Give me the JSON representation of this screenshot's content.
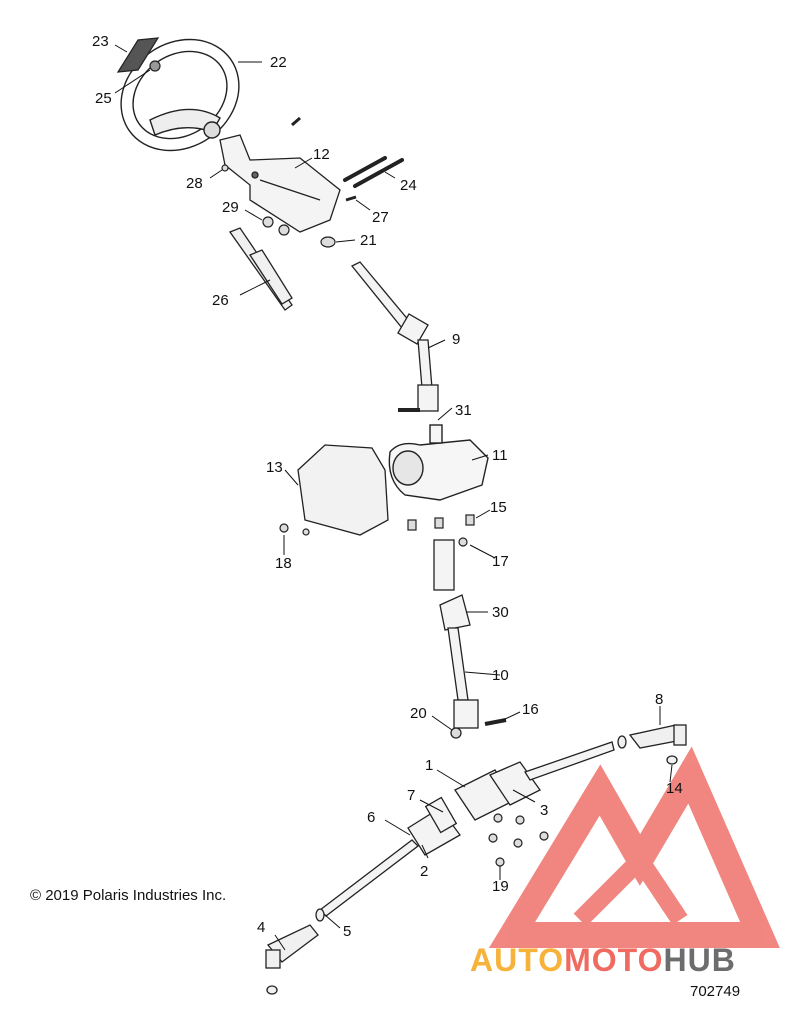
{
  "copyright": "© 2019 Polaris Industries Inc.",
  "diagram_number": "702749",
  "watermark": {
    "part1": "AUTO",
    "part2": "MOTO",
    "part3": "HUB",
    "colors": {
      "auto": "#f6b23a",
      "moto": "#ef6a60",
      "hub": "#6d6d6d",
      "logo": "#ef7a72"
    }
  },
  "callouts": [
    "1",
    "2",
    "3",
    "4",
    "5",
    "6",
    "7",
    "8",
    "9",
    "10",
    "11",
    "12",
    "13",
    "14",
    "15",
    "16",
    "17",
    "18",
    "19",
    "20",
    "21",
    "22",
    "23",
    "24",
    "25",
    "26",
    "27",
    "28",
    "29",
    "30",
    "31"
  ]
}
